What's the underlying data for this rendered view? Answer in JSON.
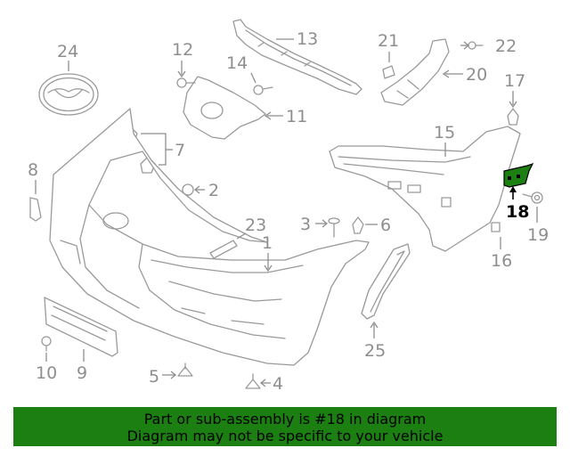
{
  "diagram": {
    "highlight_color": "#1b7f12",
    "highlighted_part": "18",
    "callouts": {
      "c1": "1",
      "c2": "2",
      "c3": "3",
      "c4": "4",
      "c5": "5",
      "c6": "6",
      "c7": "7",
      "c8": "8",
      "c9": "9",
      "c10": "10",
      "c11": "11",
      "c12": "12",
      "c13": "13",
      "c14": "14",
      "c15": "15",
      "c16": "16",
      "c17": "17",
      "c18": "18",
      "c19": "19",
      "c20": "20",
      "c21": "21",
      "c22": "22",
      "c23": "23",
      "c24": "24",
      "c25": "25"
    }
  },
  "banner": {
    "line1": "Part or sub-assembly is #18 in diagram",
    "line2": "Diagram may not be specific to your vehicle",
    "background": "#1b7f12"
  }
}
